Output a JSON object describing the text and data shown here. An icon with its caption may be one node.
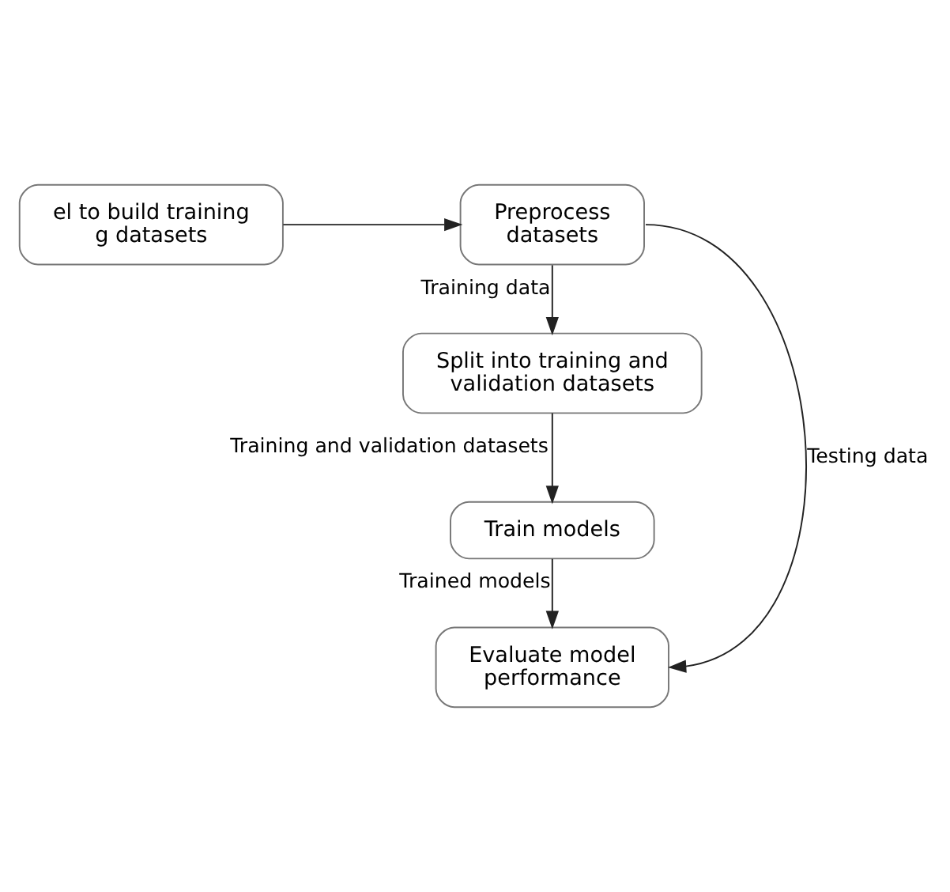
{
  "diagram": {
    "nodes": [
      {
        "text": [
          "el to build training g datasets"
        ]
      },
      {
        "text": [
          "Preprocess datasets"
        ]
      },
      {
        "text": [
          "Split into training and validation datasets"
        ]
      },
      {
        "text": [
          "Train models"
        ]
      },
      {
        "text": [
          "Evaluate model performance"
        ]
      }
    ],
    "edges": [
      {
        "from": 0,
        "to": 1,
        "arrow": "to"
      },
      {
        "from": 1,
        "to": 2,
        "arrow": "to",
        "label": "Training data"
      },
      {
        "from": 2,
        "to": 3,
        "arrow": "to",
        "label": "Training and validation datasets"
      },
      {
        "from": 3,
        "to": 4,
        "arrow": "to",
        "label": "Trained models"
      },
      {
        "from": 1,
        "to": 4,
        "arrow": "to",
        "label": "Testing data"
      }
    ]
  }
}
